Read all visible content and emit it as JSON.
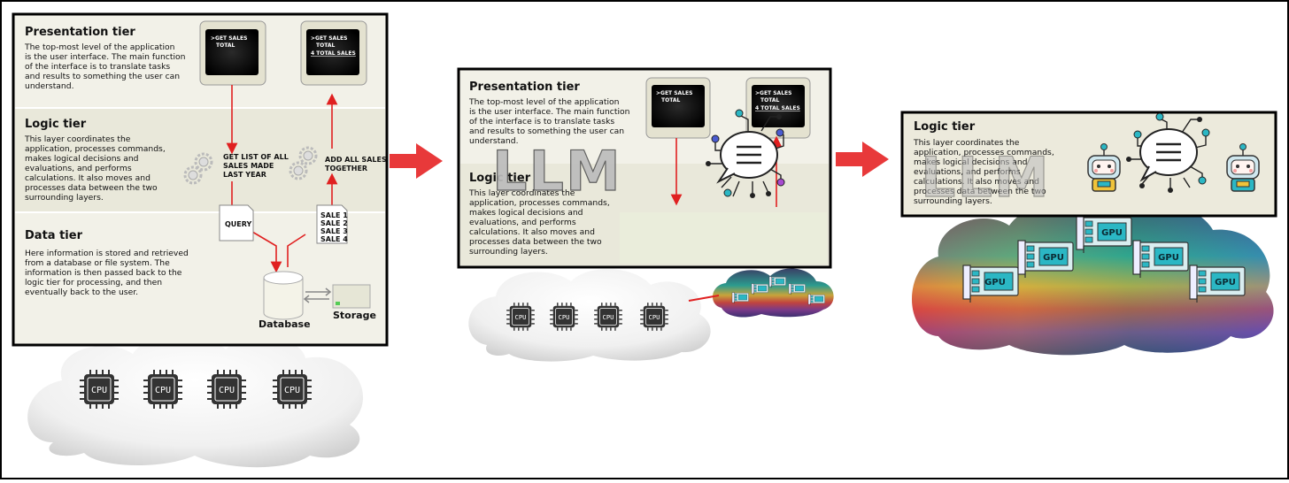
{
  "panel1": {
    "presentation": {
      "title": "Presentation tier",
      "lines": [
        "The top-most level of the application",
        "is the user interface. The main function",
        "of the interface is to translate tasks",
        "and results to something the user can",
        "understand."
      ]
    },
    "logic": {
      "title": "Logic tier",
      "lines": [
        "This layer coordinates the",
        "application, processes commands,",
        "makes logical decisions and",
        "evaluations, and performs",
        "calculations.  It also moves and",
        "processes data between the two",
        "surrounding layers."
      ]
    },
    "data": {
      "title": "Data tier",
      "lines": [
        "Here information is stored and retrieved",
        "from a database or file system.  The",
        "information is then passed back to the",
        "logic tier for processing, and then",
        "eventually back to the user."
      ]
    },
    "screen1": [
      ">GET SALES",
      "TOTAL"
    ],
    "screen2": [
      ">GET SALES",
      "TOTAL",
      "4 TOTAL SALES"
    ],
    "get_list": [
      "GET LIST OF ALL",
      "SALES MADE",
      "LAST YEAR"
    ],
    "add_all": [
      "ADD ALL SALES",
      "TOGETHER"
    ],
    "query": "QUERY",
    "sales": [
      "SALE 1",
      "SALE 2",
      "SALE 3",
      "SALE 4"
    ],
    "database": "Database",
    "storage": "Storage"
  },
  "panel2": {
    "presentation_title": "Presentation tier",
    "presentation_lines": [
      "The top-most level of the application",
      "is the user interface. The main function",
      "of the interface is to translate tasks",
      "and results to something the user can",
      "understand."
    ],
    "logic_title": "Logic tier",
    "logic_lines": [
      "This layer coordinates the",
      "application, processes commands,",
      "makes logical decisions and",
      "evaluations, and performs",
      "calculations.  It also moves and",
      "processes data between the two",
      "surrounding layers."
    ],
    "llm": "LLM"
  },
  "panel3": {
    "logic_title": "Logic tier",
    "logic_lines": [
      "This layer coordinates the",
      "application, processes commands,",
      "makes logical decisions and",
      "evaluations, and performs",
      "calculations.  It also moves and",
      "processes data between the two",
      "surrounding layers."
    ],
    "llm": "LLM"
  },
  "cpu_label": "CPU",
  "gpu_label": "GPU",
  "colors": {
    "arrow": "#e8393a",
    "panel_bg": "#f2f1e8",
    "logic_band": "#e9e8da",
    "teal": "#2bb7c4"
  }
}
